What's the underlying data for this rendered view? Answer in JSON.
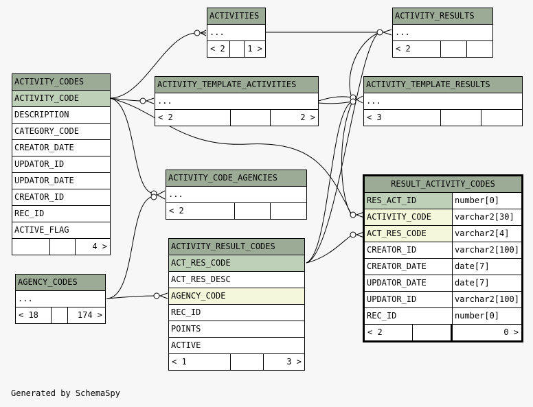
{
  "activities": {
    "title": "ACTIVITIES",
    "rows": [
      "..."
    ],
    "foot": [
      "< 2",
      "",
      "1 >"
    ]
  },
  "activity_results": {
    "title": "ACTIVITY_RESULTS",
    "rows": [
      "..."
    ],
    "foot": [
      "< 2",
      "",
      ""
    ]
  },
  "activity_codes": {
    "title": "ACTIVITY_CODES",
    "rows": [
      "ACTIVITY_CODE",
      "DESCRIPTION",
      "CATEGORY_CODE",
      "CREATOR_DATE",
      "UPDATOR_ID",
      "UPDATOR_DATE",
      "CREATOR_ID",
      "REC_ID",
      "ACTIVE_FLAG"
    ],
    "foot": [
      "",
      "",
      "4 >"
    ]
  },
  "activity_template_activities": {
    "title": "ACTIVITY_TEMPLATE_ACTIVITIES",
    "rows": [
      "..."
    ],
    "foot": [
      "< 2",
      "",
      "2 >"
    ]
  },
  "activity_template_results": {
    "title": "ACTIVITY_TEMPLATE_RESULTS",
    "rows": [
      "..."
    ],
    "foot": [
      "< 3",
      "",
      ""
    ]
  },
  "activity_code_agencies": {
    "title": "ACTIVITY_CODE_AGENCIES",
    "rows": [
      "..."
    ],
    "foot": [
      "< 2",
      "",
      ""
    ]
  },
  "result_activity_codes": {
    "title": "RESULT_ACTIVITY_CODES",
    "rows": [
      {
        "name": "RES_ACT_ID",
        "type": "number[0]"
      },
      {
        "name": "ACTIVITY_CODE",
        "type": "varchar2[30]"
      },
      {
        "name": "ACT_RES_CODE",
        "type": "varchar2[4]"
      },
      {
        "name": "CREATOR_ID",
        "type": "varchar2[100]"
      },
      {
        "name": "CREATOR_DATE",
        "type": "date[7]"
      },
      {
        "name": "UPDATOR_DATE",
        "type": "date[7]"
      },
      {
        "name": "UPDATOR_ID",
        "type": "varchar2[100]"
      },
      {
        "name": "REC_ID",
        "type": "number[0]"
      }
    ],
    "foot": [
      "< 2",
      "0 >"
    ]
  },
  "activity_result_codes": {
    "title": "ACTIVITY_RESULT_CODES",
    "rows": [
      "ACT_RES_CODE",
      "ACT_RES_DESC",
      "AGENCY_CODE",
      "REC_ID",
      "POINTS",
      "ACTIVE"
    ],
    "foot": [
      "< 1",
      "",
      "3 >"
    ]
  },
  "agency_codes": {
    "title": "AGENCY_CODES",
    "rows": [
      "..."
    ],
    "foot": [
      "< 18",
      "",
      "174 >"
    ]
  },
  "generated_by": "Generated by SchemaSpy"
}
